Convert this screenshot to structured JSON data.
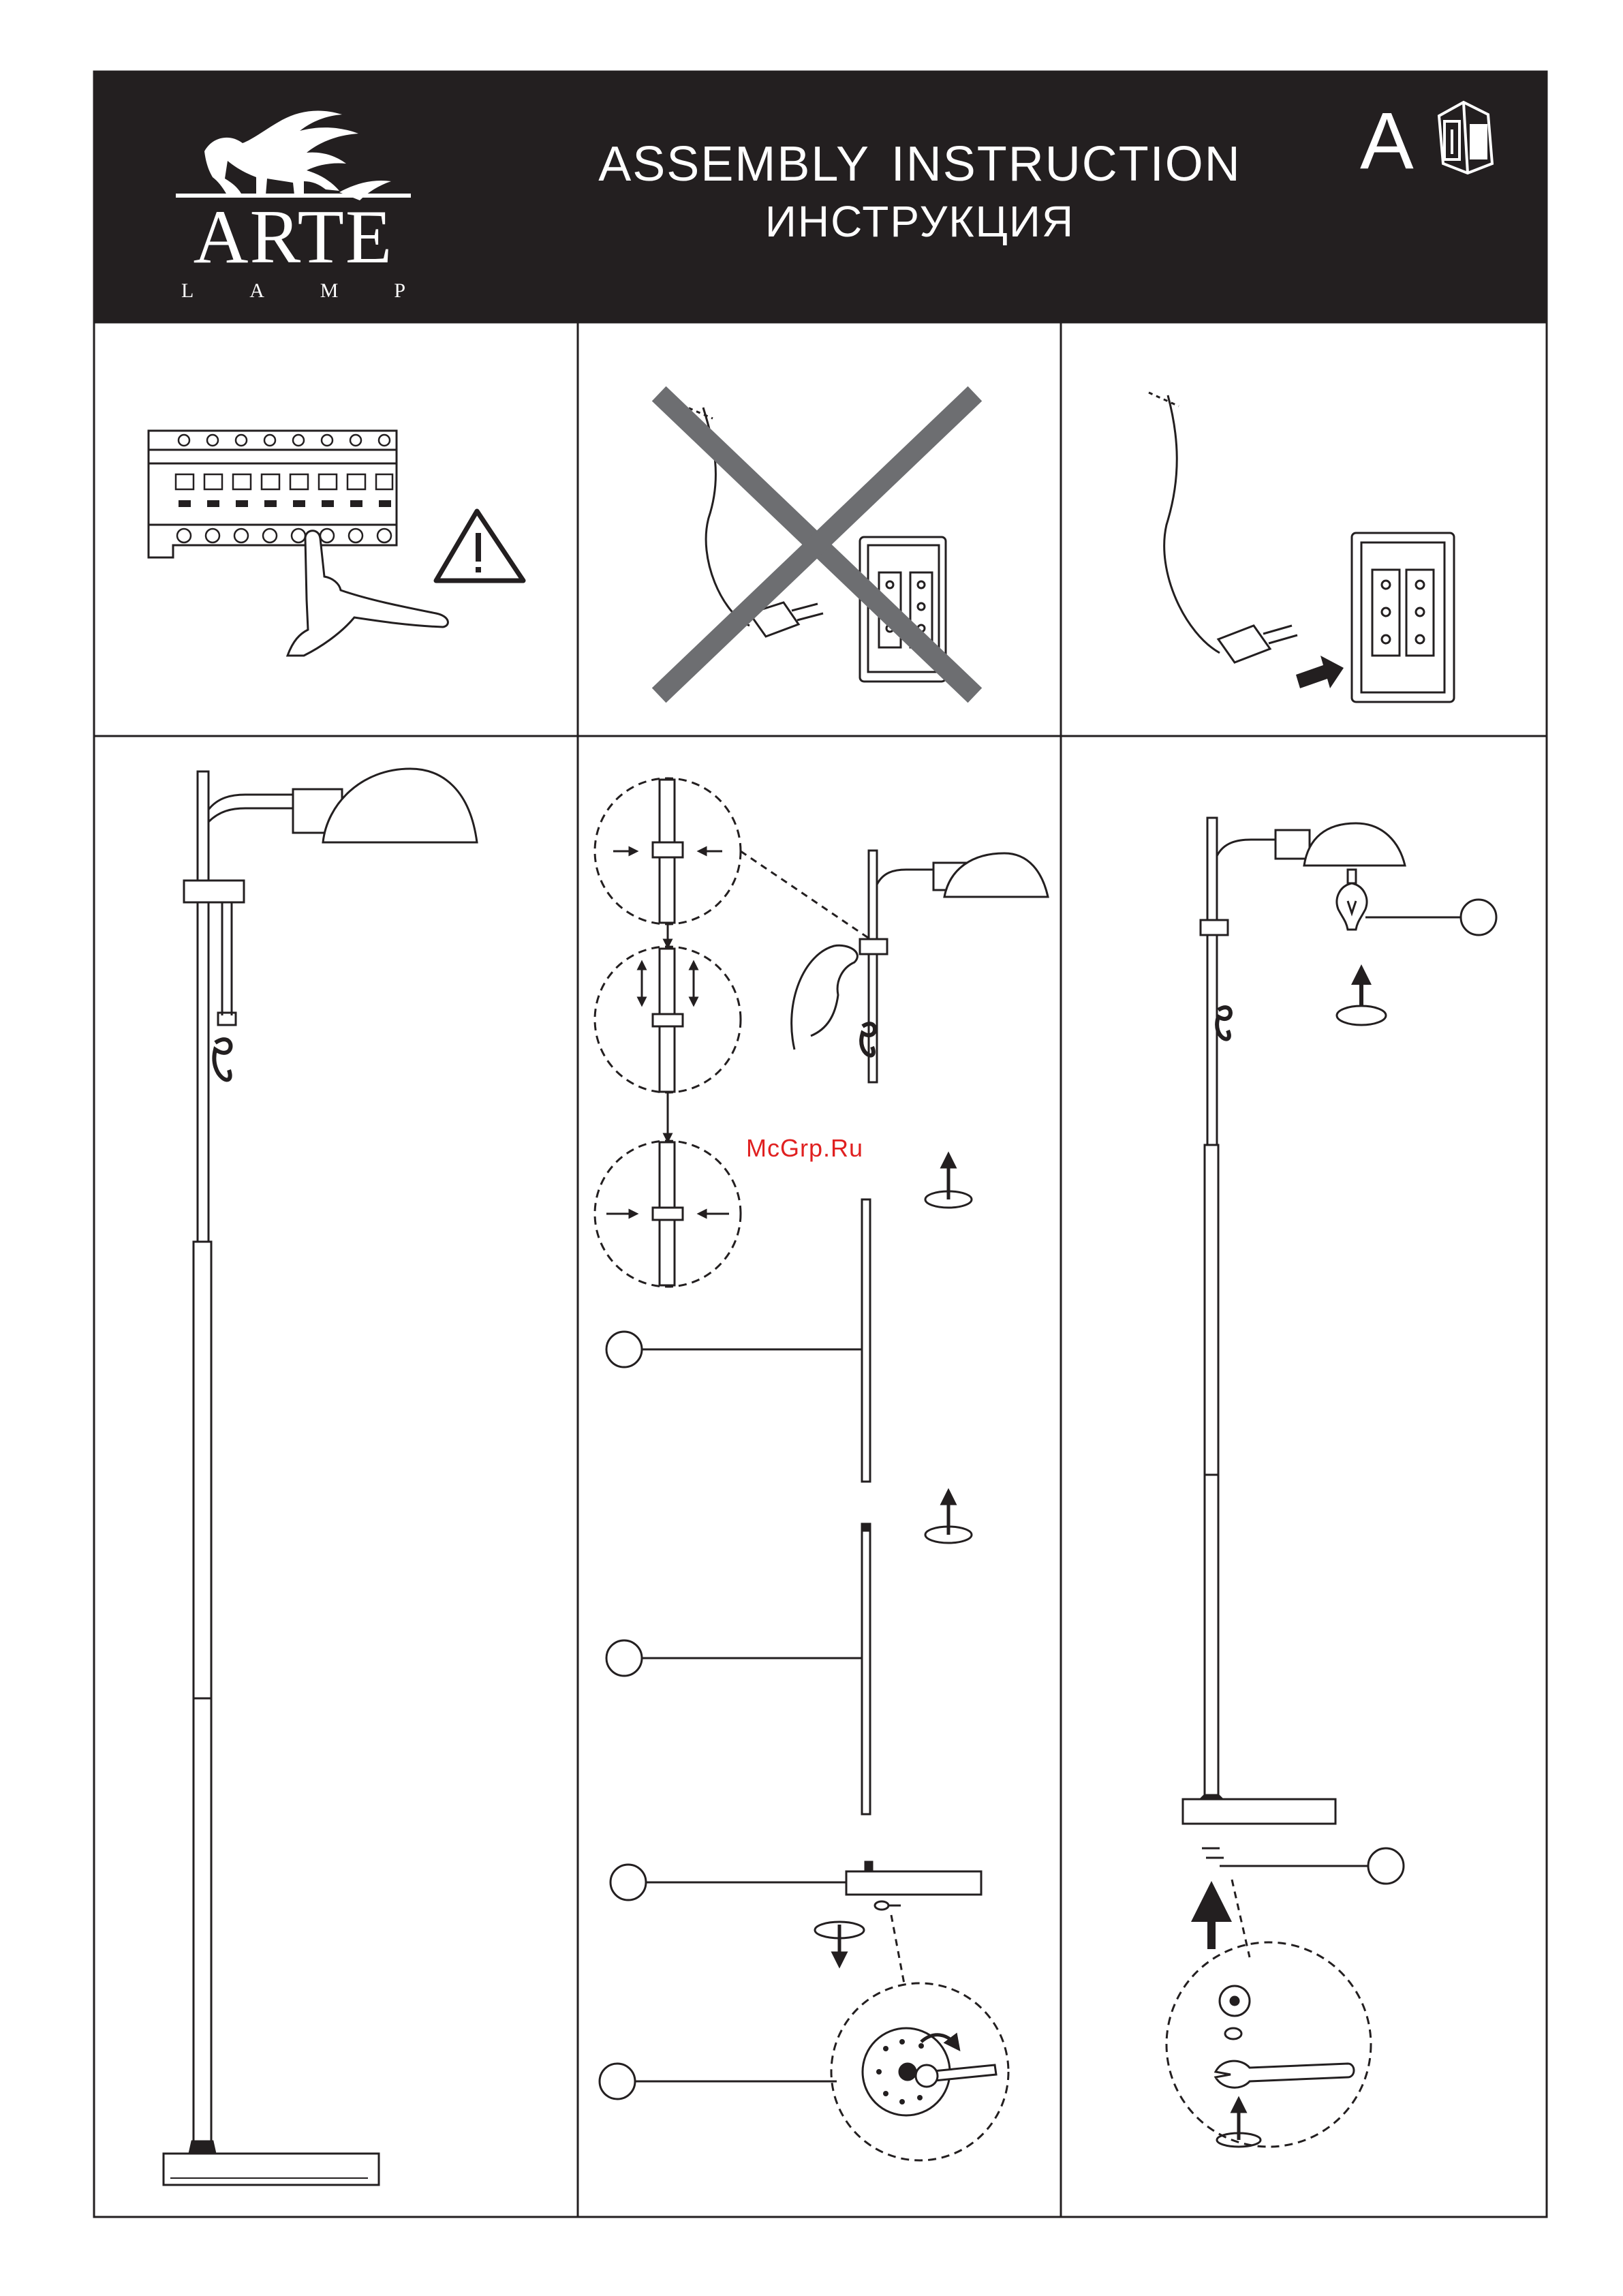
{
  "header": {
    "brand_name": "ARTE",
    "brand_sub": [
      "L",
      "A",
      "M",
      "P"
    ],
    "title_en": "ASSEMBLY  INSTRUCTION",
    "title_ru": "ИНСТРУКЦИЯ",
    "version_letter": "A",
    "info_icon": "manual-info-icon"
  },
  "watermark": "McGrp.Ru",
  "panels": {
    "top": [
      {
        "id": "power-off",
        "icons": [
          "circuit-breaker-icon",
          "warning-triangle-icon",
          "hand-icon"
        ]
      },
      {
        "id": "do-not-plug",
        "icons": [
          "crossed-out-icon",
          "plug-icon",
          "wall-socket-icon"
        ]
      },
      {
        "id": "plug-in",
        "icons": [
          "plug-icon",
          "wall-socket-icon",
          "arrow-right-icon"
        ]
      }
    ],
    "bottom": [
      {
        "id": "assembled-lamp",
        "icons": [
          "floor-lamp-icon"
        ]
      },
      {
        "id": "assembly-steps",
        "icons": [
          "detail-zoom-icon",
          "screw-rotate-icon",
          "wrench-icon"
        ]
      },
      {
        "id": "bulb-and-base",
        "icons": [
          "bulb-icon",
          "wrench-icon",
          "screw-rotate-icon"
        ]
      }
    ]
  },
  "colors": {
    "header_bg": "#231f20",
    "line": "#231f20",
    "cross": "#6d6e71",
    "watermark": "#e02020"
  }
}
